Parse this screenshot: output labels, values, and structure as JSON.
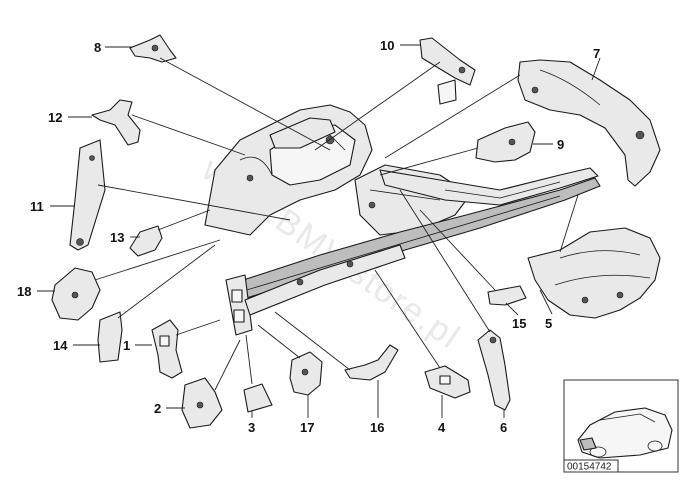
{
  "watermark": "www.BMWstore.pl",
  "diagram_code": "00154742",
  "callouts": {
    "c1": "1",
    "c2": "2",
    "c3": "3",
    "c4": "4",
    "c5": "5",
    "c6": "6",
    "c7": "7",
    "c8": "8",
    "c9": "9",
    "c10": "10",
    "c11": "11",
    "c12": "12",
    "c13": "13",
    "c14": "14",
    "c15": "15",
    "c16": "16",
    "c17": "17",
    "c18": "18"
  }
}
